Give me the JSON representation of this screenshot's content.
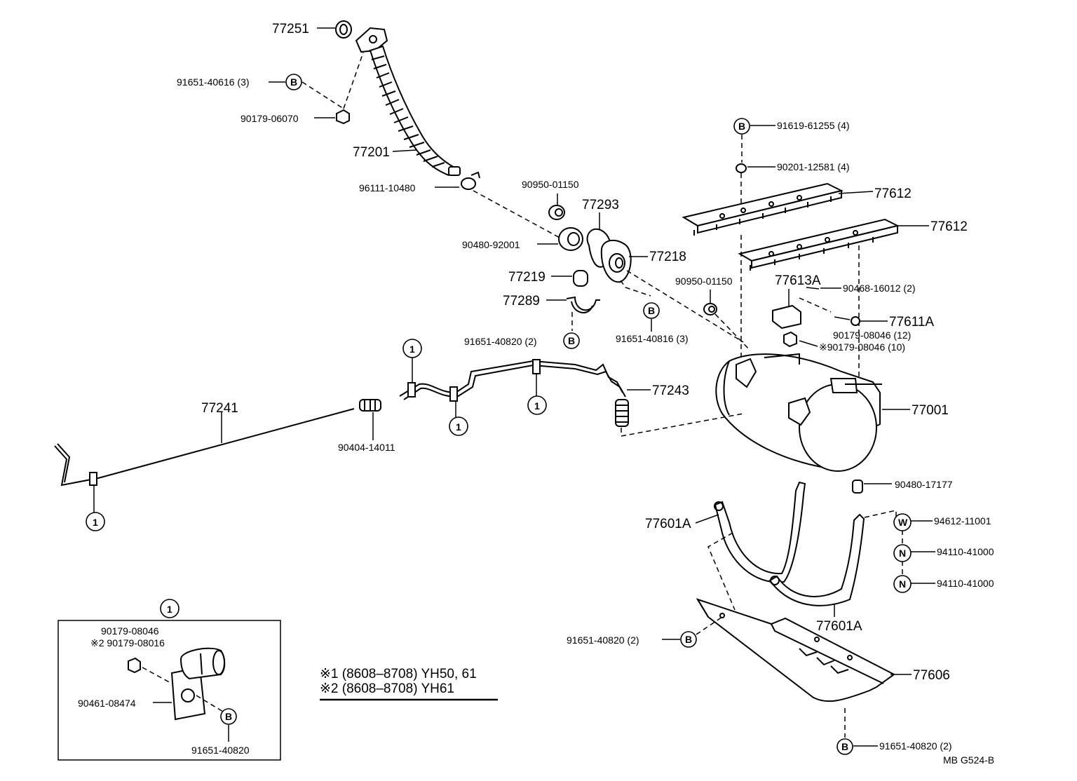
{
  "labels": {
    "p77251": "77251",
    "p91651_40616": "91651-40616 (3)",
    "p90179_06070": "90179-06070",
    "p77201": "77201",
    "p96111_10480": "96111-10480",
    "p90950_01150_a": "90950-01150",
    "p77293": "77293",
    "p90480_92001": "90480-92001",
    "p77218": "77218",
    "p77219": "77219",
    "p77289": "77289",
    "p91651_40820_a": "91651-40820 (2)",
    "p91651_40816": "91651-40816 (3)",
    "p90950_01150_b": "90950-01150",
    "p91619_61255": "91619-61255 (4)",
    "p90201_12581": "90201-12581 (4)",
    "p77612_a": "77612",
    "p77612_b": "77612",
    "p77613A": "77613A",
    "p90468_16012": "90468-16012 (2)",
    "p77611A": "77611A",
    "p90179_08046_12": "90179-08046 (12)",
    "p90179_08046_10": "※90179-08046 (10)",
    "p77001": "77001",
    "p77241": "77241",
    "p90404_14011": "90404-14011",
    "p77243": "77243",
    "p90480_17177": "90480-17177",
    "p94612_11001": "94612-11001",
    "p94110_41000_a": "94110-41000",
    "p94110_41000_b": "94110-41000",
    "p77601A_a": "77601A",
    "p77601A_b": "77601A",
    "p91651_40820_b": "91651-40820 (2)",
    "p77606": "77606",
    "p91651_40820_c": "91651-40820 (2)",
    "inset_90179_08046": "90179-08046",
    "inset_90179_08016": "※2 90179-08016",
    "inset_90461_08474": "90461-08474",
    "inset_91651_40820": "91651-40820"
  },
  "symbols": {
    "circle_one": "1",
    "B": "B",
    "W": "W",
    "N": "N"
  },
  "notes": {
    "note1": "※1 (8608–8708) YH50, 61",
    "note2": "※2 (8608–8708) YH61"
  },
  "figure_code": "MB  G524-B"
}
